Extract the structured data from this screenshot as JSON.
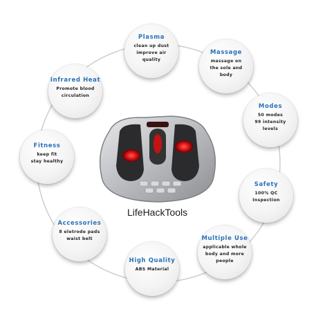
{
  "features": [
    {
      "id": "plasma",
      "title": "Plasma",
      "lines": [
        "clean up dust",
        "improve air",
        "quality"
      ]
    },
    {
      "id": "massage",
      "title": "Massage",
      "lines": [
        "massage on",
        "the sole and",
        "body"
      ]
    },
    {
      "id": "infrared",
      "title": "Infrared Heat",
      "lines": [
        "Promote blood",
        "circulation"
      ]
    },
    {
      "id": "modes",
      "title": "Modes",
      "lines": [
        "50 modes",
        "99 intensity",
        "levels"
      ]
    },
    {
      "id": "fitness",
      "title": "Fitness",
      "lines": [
        "keep fit",
        "stay healthy"
      ]
    },
    {
      "id": "safety",
      "title": "Safety",
      "lines": [
        "100% QC",
        "Inspection"
      ]
    },
    {
      "id": "accessories",
      "title": "Accessories",
      "lines": [
        "8 eletrode pads",
        "waist belt"
      ]
    },
    {
      "id": "multiuse",
      "title": "Multiple Use",
      "lines": [
        "applicable whole",
        "body and more",
        "people"
      ]
    },
    {
      "id": "quality",
      "title": "High Quality",
      "lines": [
        "ABS Material"
      ]
    }
  ],
  "watermark": "LifeHackTools",
  "colors": {
    "title": "#2b71b8",
    "ring": "#cfcfcf"
  }
}
